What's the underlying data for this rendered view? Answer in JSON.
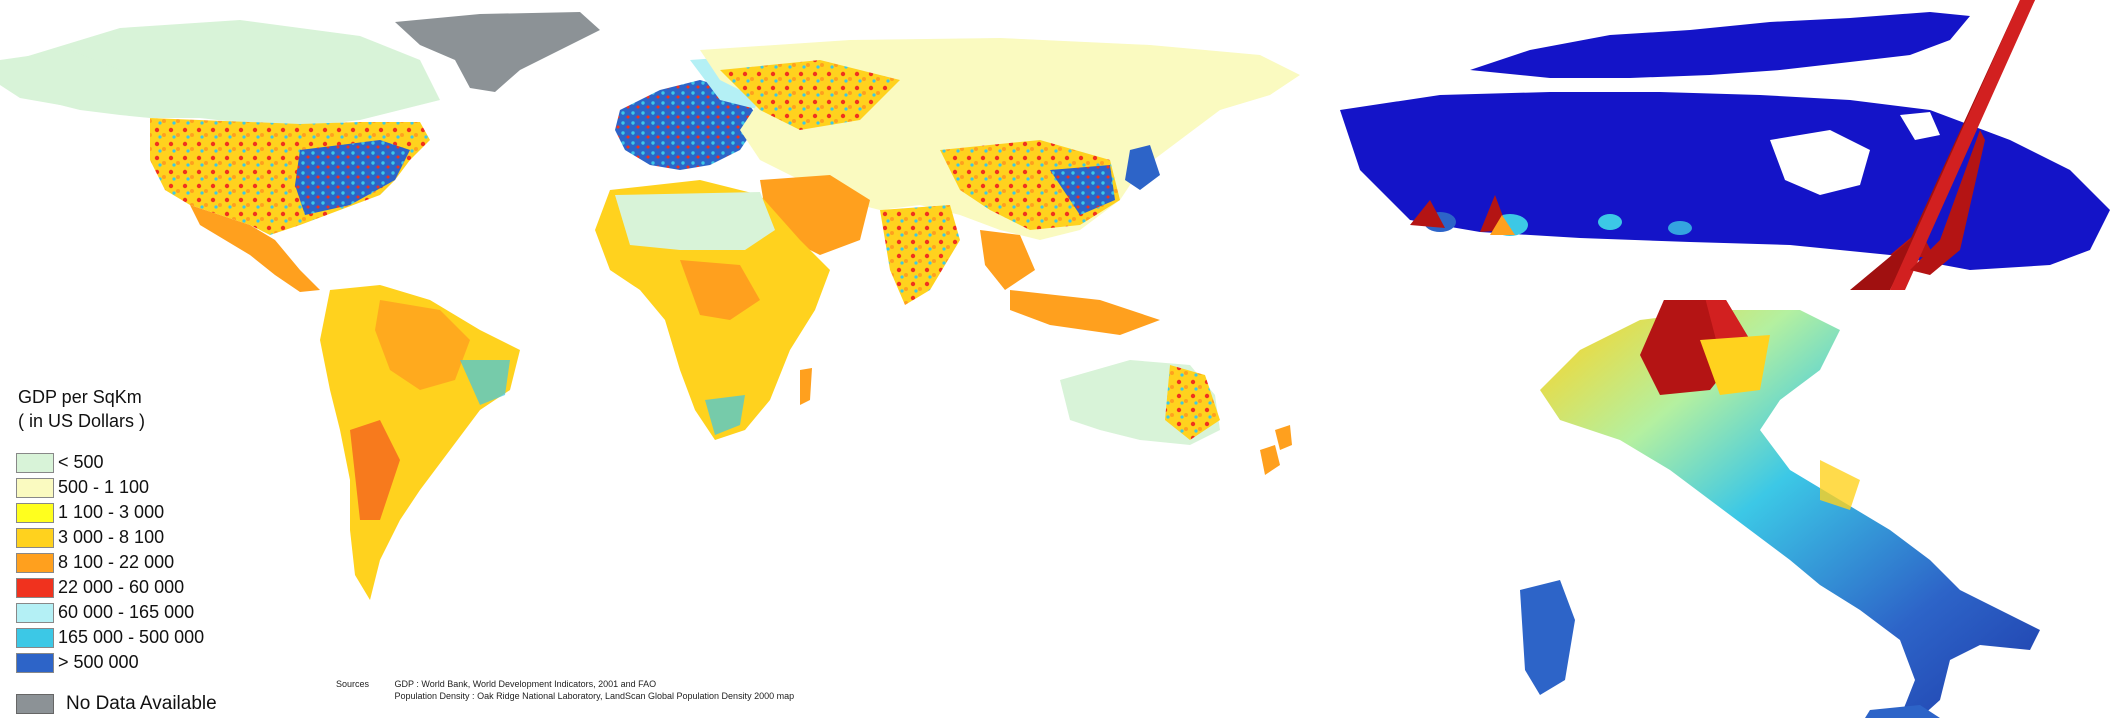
{
  "legend": {
    "title": "GDP per SqKm",
    "subtitle": "( in US Dollars )",
    "classes": [
      {
        "label": "< 500",
        "color": "#d8f3d8"
      },
      {
        "label": "500 - 1 100",
        "color": "#fafac0"
      },
      {
        "label": "1 100 - 3 000",
        "color": "#ffff1e"
      },
      {
        "label": "3 000 - 8 100",
        "color": "#ffd21e"
      },
      {
        "label": "8 100 - 22 000",
        "color": "#ffa01e"
      },
      {
        "label": "22 000 - 60 000",
        "color": "#f0321e"
      },
      {
        "label": "60 000 - 165 000",
        "color": "#b4f0f5"
      },
      {
        "label": "165 000 - 500 000",
        "color": "#3cc8e6"
      },
      {
        "label": "> 500 000",
        "color": "#2d64c8"
      }
    ],
    "no_data": {
      "label": "No Data Available",
      "color": "#8c9296"
    }
  },
  "sources": {
    "key": "Sources",
    "gdp": "GDP : World Bank, World Development Indicators, 2001  and FAO",
    "population": "Population Density : Oak Ridge National Laboratory, LandScan Global Population Density 2000 map"
  }
}
